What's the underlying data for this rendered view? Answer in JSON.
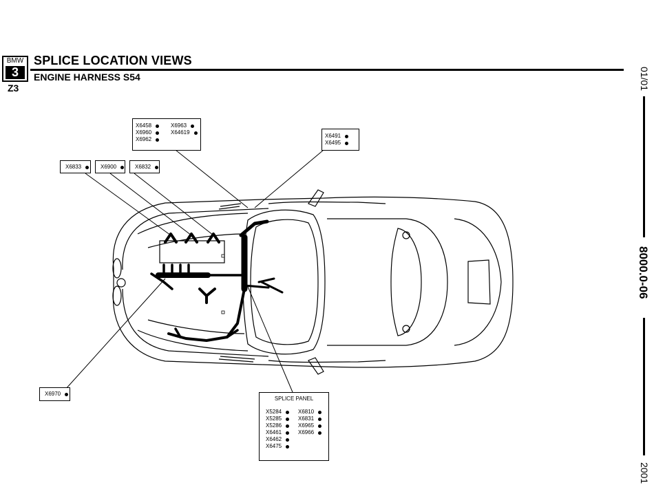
{
  "header": {
    "logo_brand": "BMW",
    "logo_series": "3",
    "logo_model": "Z3",
    "title": "SPLICE LOCATION VIEWS",
    "subtitle": "ENGINE HARNESS S54"
  },
  "side": {
    "date": "01/01",
    "code": "8000.0-06",
    "year": "2001"
  },
  "callouts": {
    "top_group": {
      "left_col": [
        "X6458",
        "X6960",
        "X6962"
      ],
      "right_col": [
        "X6963",
        "X64619"
      ]
    },
    "right_group": {
      "items": [
        "X6491",
        "X6495"
      ]
    },
    "x6833": "X6833",
    "x6900": "X6900",
    "x6832": "X6832",
    "x6970": "X6970",
    "splice_panel": {
      "title": "SPLICE PANEL",
      "left_col": [
        "X5284",
        "X5285",
        "X5286",
        "X6461",
        "X6462",
        "X6475"
      ],
      "right_col": [
        "X6810",
        "X6831",
        "X6965",
        "X6966"
      ]
    }
  }
}
